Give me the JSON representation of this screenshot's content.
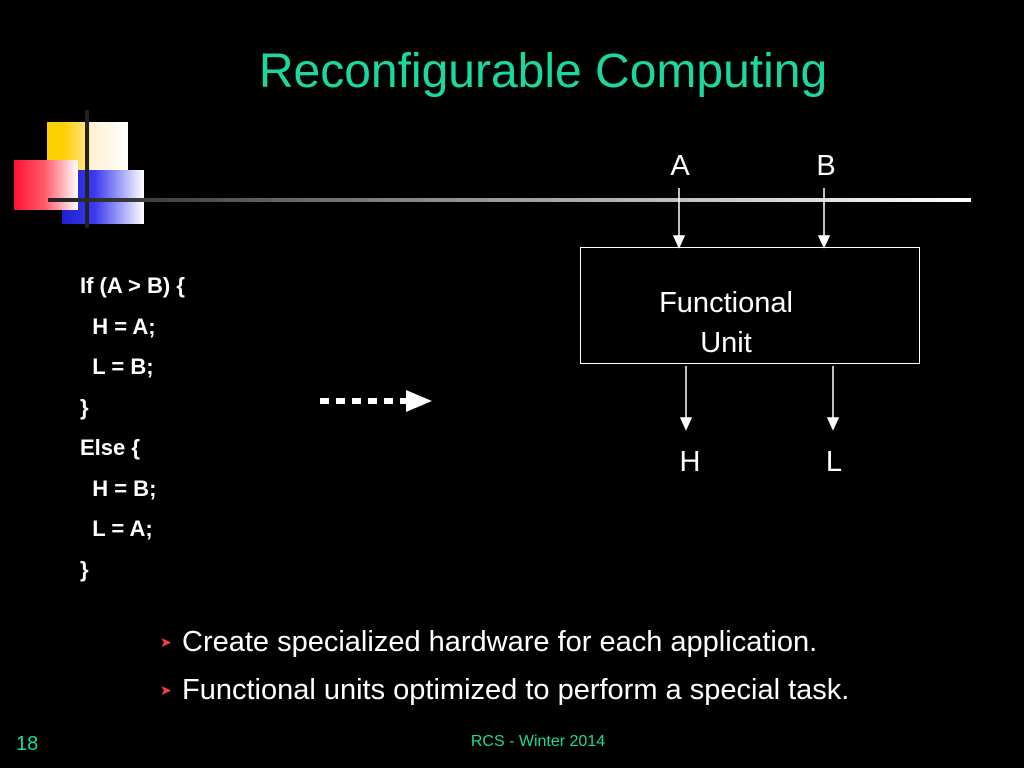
{
  "slide": {
    "title": "Reconfigurable Computing",
    "code_lines": [
      "If (A > B) {",
      "  H = A;",
      "  L = B;",
      "}",
      "Else {",
      "  H = B;",
      "  L = A;",
      "}"
    ],
    "diagram": {
      "unit_label": "Functional Unit",
      "input_a": "A",
      "input_b": "B",
      "output_h": "H",
      "output_l": "L"
    },
    "bullets": [
      "Create specialized hardware for each application.",
      "Functional units optimized to perform a special task."
    ],
    "bullet_icon": "arrowhead-bullet-icon",
    "footer": "RCS - Winter 2014",
    "page_number": "18"
  },
  "colors": {
    "title": "#1bd8a0",
    "background": "#000000",
    "bullet": "#ff4040",
    "text": "#ffffff"
  }
}
